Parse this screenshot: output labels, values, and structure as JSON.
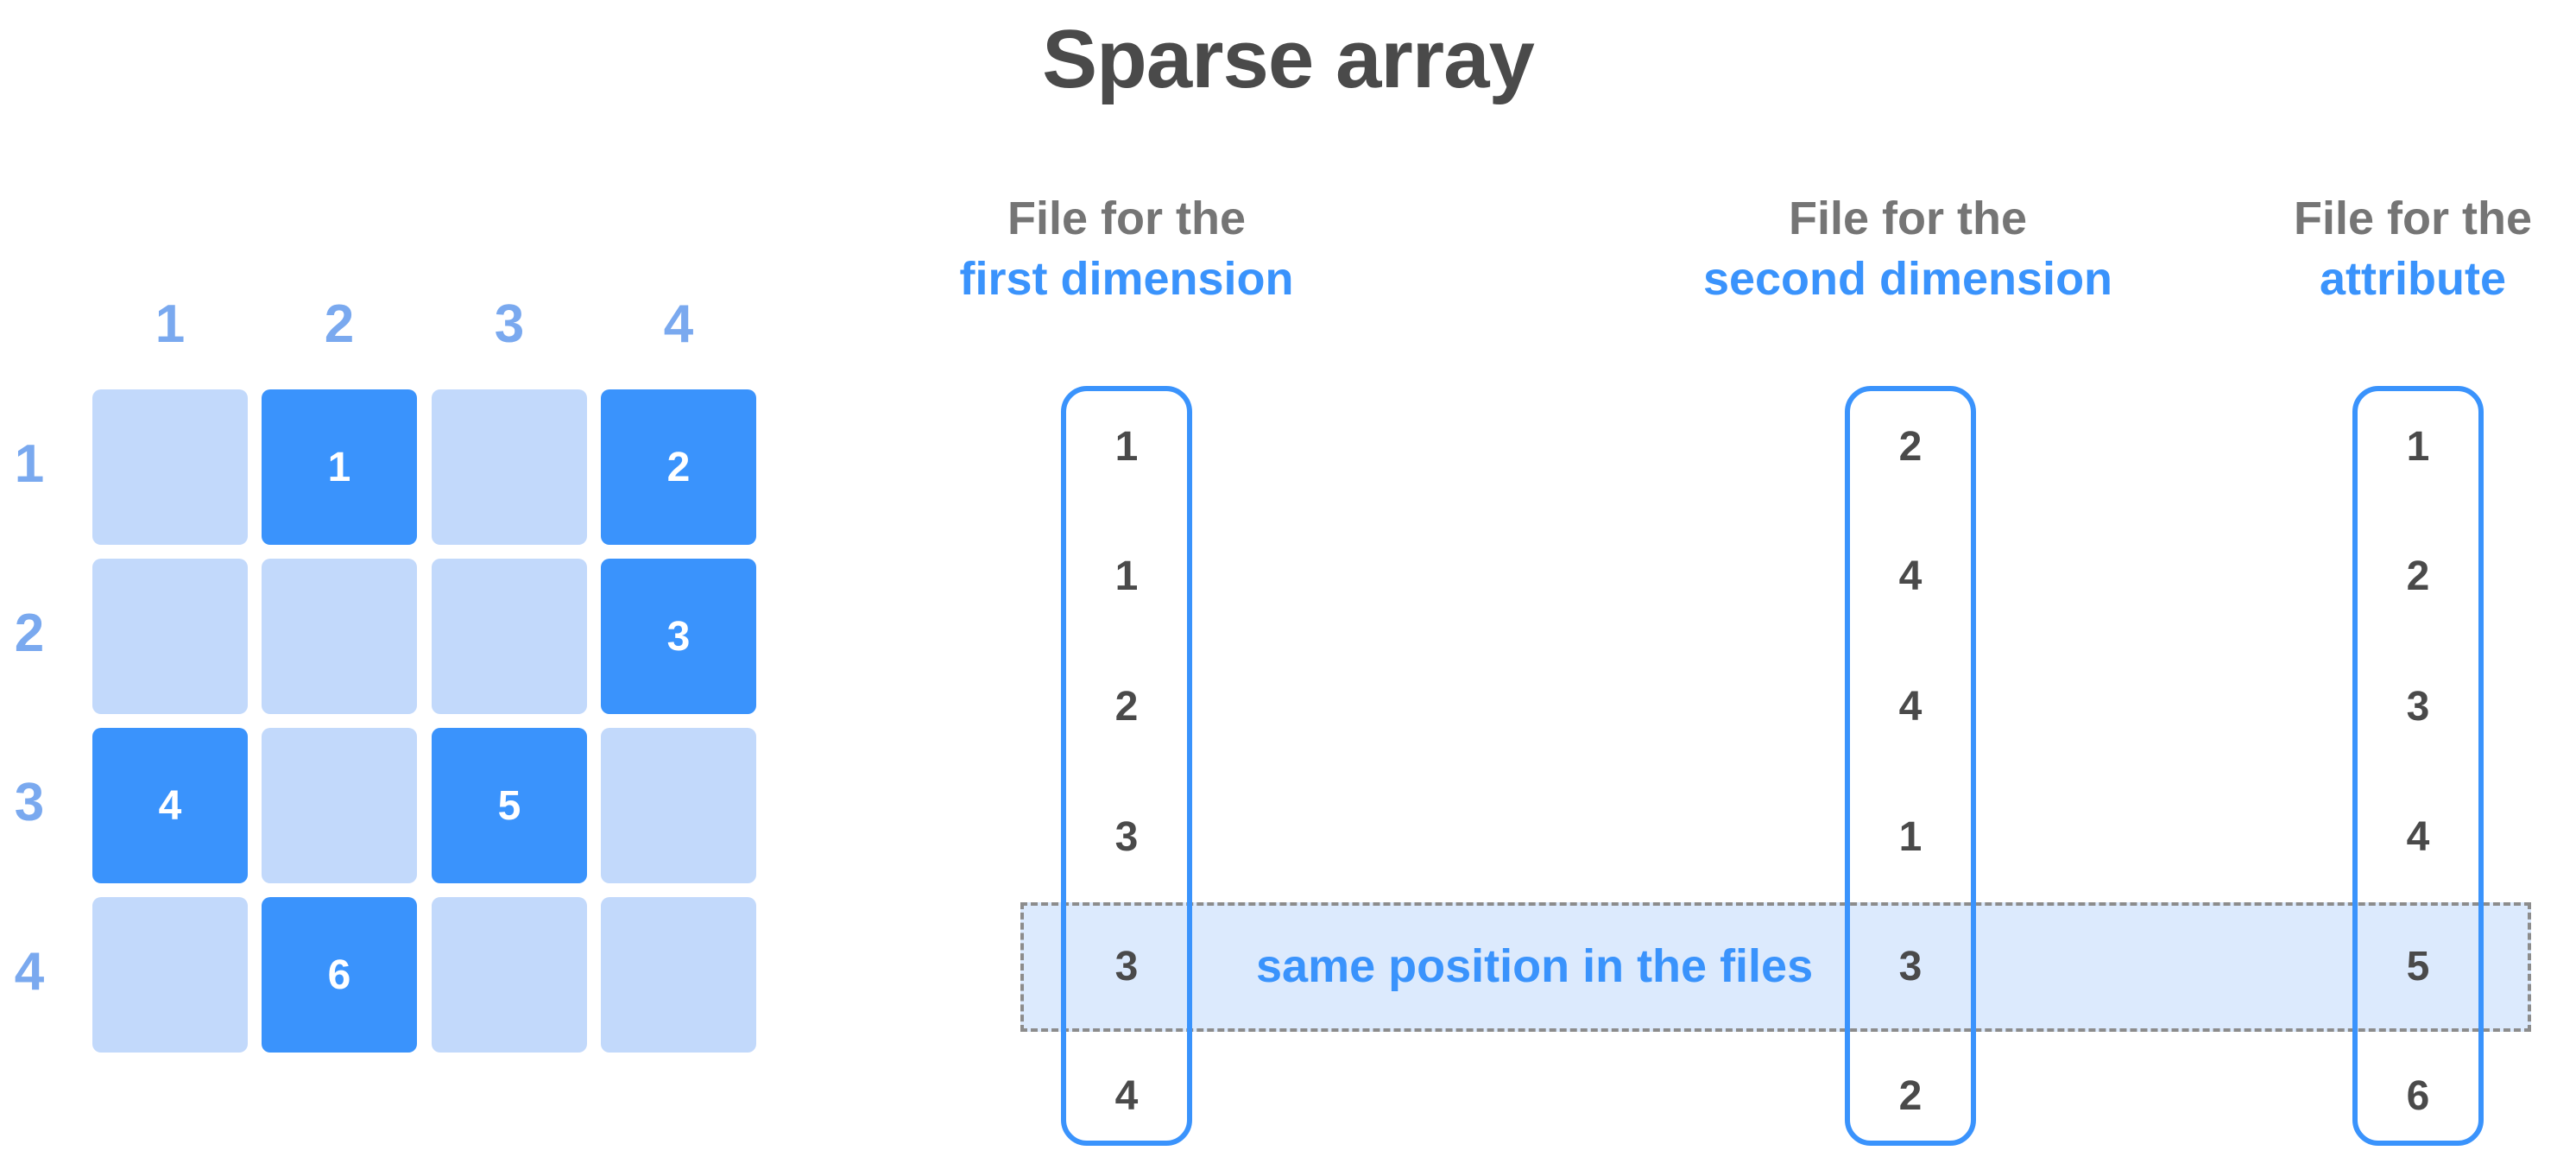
{
  "title": "Sparse array",
  "matrix": {
    "col_labels": [
      "1",
      "2",
      "3",
      "4"
    ],
    "row_labels": [
      "1",
      "2",
      "3",
      "4"
    ],
    "rows": [
      [
        "",
        "1",
        "",
        "2"
      ],
      [
        "",
        "",
        "",
        "3"
      ],
      [
        "4",
        "",
        "5",
        ""
      ],
      [
        "",
        "6",
        "",
        ""
      ]
    ]
  },
  "files": [
    {
      "header_line1": "File for the",
      "header_line2": "first dimension",
      "values": [
        "1",
        "1",
        "2",
        "3",
        "3",
        "4"
      ]
    },
    {
      "header_line1": "File for the",
      "header_line2": "second dimension",
      "values": [
        "2",
        "4",
        "4",
        "1",
        "3",
        "2"
      ]
    },
    {
      "header_line1": "File for the",
      "header_line2": "attribute",
      "values": [
        "1",
        "2",
        "3",
        "4",
        "5",
        "6"
      ]
    }
  ],
  "highlight": {
    "label": "same position in the files",
    "row_index": 4
  },
  "colors": {
    "filled": "#3a93fc",
    "empty": "#c2d9fb",
    "axis": "#7aa9ef",
    "band": "#dceafd"
  }
}
